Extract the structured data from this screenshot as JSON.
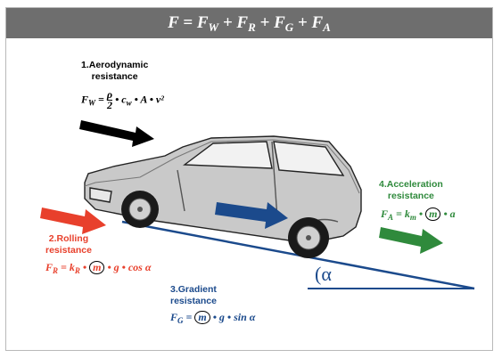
{
  "title": {
    "F": "F",
    "eq": " = ",
    "fw": "F",
    "w": "W",
    "p1": " + ",
    "fr": "F",
    "r": "R",
    "p2": " + ",
    "fg": "F",
    "g": "G",
    "p3": " + ",
    "fa": "F",
    "a": "A"
  },
  "aero": {
    "label": "1.Aerodynamic\nresistance",
    "F": "F",
    "sub": "W",
    "eq": " =",
    "rho": "ρ",
    "two": "2",
    "rest1": " • c",
    "cw": "w",
    "rest2": " • A • v²"
  },
  "rolling": {
    "label": "2.Rolling\nresistance",
    "F": "F",
    "sub": "R",
    "eq": " = k",
    "k": "R",
    "dot1": " • ",
    "m": "m",
    "rest": " • g • cos α"
  },
  "gradient": {
    "label": "3.Gradient\nresistance",
    "F": "F",
    "sub": "G",
    "eq": " = ",
    "m": "m",
    "rest": " • g • sin α"
  },
  "acceleration": {
    "label": "4.Acceleration\nresistance",
    "F": "F",
    "sub": "A",
    "eq": " = k",
    "k": "m",
    "dot1": " • ",
    "m": "m",
    "rest": " • a"
  },
  "angle": {
    "paren": "(",
    "symbol": "α"
  },
  "colors": {
    "aero": "#000000",
    "rolling": "#e8402c",
    "gradient": "#1b4a8c",
    "acceleration": "#2f8a3c",
    "title_bg": "#6e6e6e"
  }
}
